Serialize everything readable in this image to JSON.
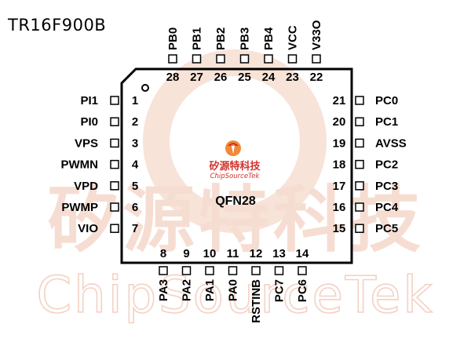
{
  "title": "TR16F900B",
  "package_label": "QFN28",
  "logo": {
    "chinese": "矽源特科技",
    "english": "ChipSourceTek"
  },
  "watermark": {
    "chinese": "矽源特科技",
    "english": "ChipSourceTek"
  },
  "colors": {
    "watermark": "#f6ddd2",
    "logo_orange": "#f08a3a",
    "logo_red": "#d2322d",
    "outline": "#000000"
  },
  "pins": {
    "top": [
      {
        "num": "28",
        "name": "PB0"
      },
      {
        "num": "27",
        "name": "PB1"
      },
      {
        "num": "26",
        "name": "PB2"
      },
      {
        "num": "25",
        "name": "PB3"
      },
      {
        "num": "24",
        "name": "PB4"
      },
      {
        "num": "23",
        "name": "VCC"
      },
      {
        "num": "22",
        "name": "V33O"
      }
    ],
    "left": [
      {
        "num": "1",
        "name": "PI1"
      },
      {
        "num": "2",
        "name": "PI0"
      },
      {
        "num": "3",
        "name": "VPS"
      },
      {
        "num": "4",
        "name": "PWMN"
      },
      {
        "num": "5",
        "name": "VPD"
      },
      {
        "num": "6",
        "name": "PWMP"
      },
      {
        "num": "7",
        "name": "VIO"
      }
    ],
    "bottom": [
      {
        "num": "8",
        "name": "PA3"
      },
      {
        "num": "9",
        "name": "PA2"
      },
      {
        "num": "10",
        "name": "PA1"
      },
      {
        "num": "11",
        "name": "PA0"
      },
      {
        "num": "12",
        "name": "RSTINB"
      },
      {
        "num": "13",
        "name": "PC7"
      },
      {
        "num": "14",
        "name": "PC6"
      }
    ],
    "right": [
      {
        "num": "21",
        "name": "PC0"
      },
      {
        "num": "20",
        "name": "PC1"
      },
      {
        "num": "19",
        "name": "AVSS"
      },
      {
        "num": "18",
        "name": "PC2"
      },
      {
        "num": "17",
        "name": "PC3"
      },
      {
        "num": "16",
        "name": "PC4"
      },
      {
        "num": "15",
        "name": "PC5"
      }
    ]
  }
}
